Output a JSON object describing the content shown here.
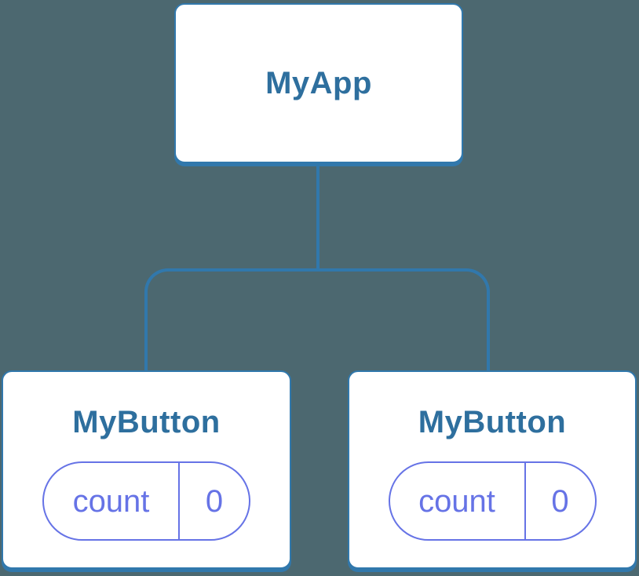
{
  "diagram": {
    "root": {
      "label": "MyApp"
    },
    "children": [
      {
        "label": "MyButton",
        "state": {
          "key": "count",
          "value": "0"
        }
      },
      {
        "label": "MyButton",
        "state": {
          "key": "count",
          "value": "0"
        }
      }
    ]
  },
  "colors": {
    "background": "#4C6870",
    "line": "#3178AC",
    "card-bg": "#FFFFFF",
    "title-text": "#2E6F9E",
    "state-accent": "#6673E6"
  }
}
